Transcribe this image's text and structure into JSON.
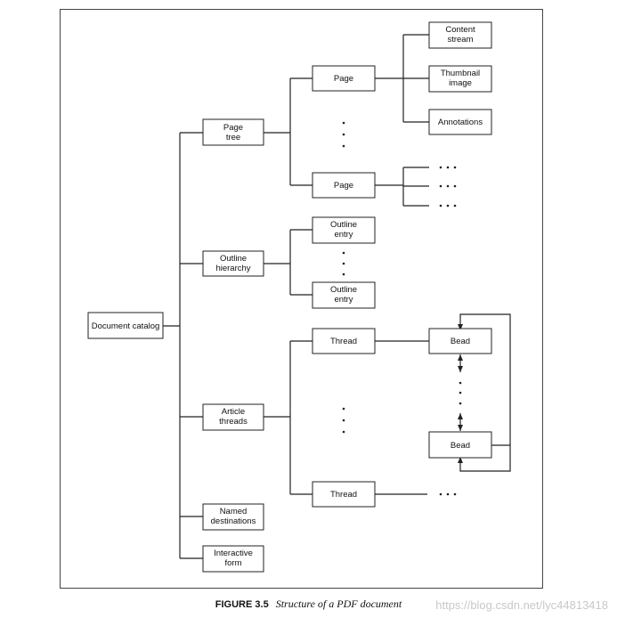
{
  "nodes": {
    "document_catalog": "Document catalog",
    "page_tree": [
      "Page",
      "tree"
    ],
    "page_1": "Page",
    "page_2": "Page",
    "content_stream": [
      "Content",
      "stream"
    ],
    "thumbnail_image": [
      "Thumbnail",
      "image"
    ],
    "annotations": "Annotations",
    "outline_hierarchy": [
      "Outline",
      "hierarchy"
    ],
    "outline_entry_1": [
      "Outline",
      "entry"
    ],
    "outline_entry_2": [
      "Outline",
      "entry"
    ],
    "article_threads": [
      "Article",
      "threads"
    ],
    "thread_1": "Thread",
    "thread_2": "Thread",
    "bead_1": "Bead",
    "bead_2": "Bead",
    "named_destinations": [
      "Named",
      "destinations"
    ],
    "interactive_form": [
      "Interactive",
      "form"
    ]
  },
  "caption": {
    "number": "FIGURE 3.5",
    "text": "Structure of a PDF document"
  },
  "watermark": "https://blog.csdn.net/lyc44813418"
}
